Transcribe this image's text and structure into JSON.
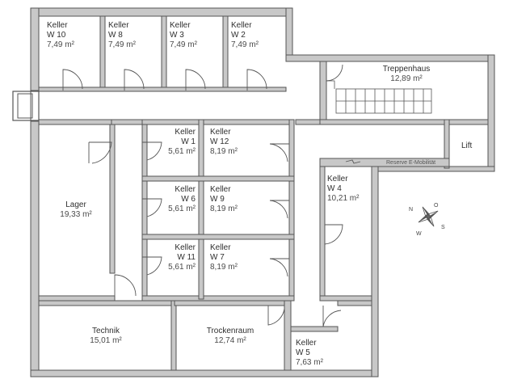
{
  "rooms": {
    "keller_w10": {
      "name": "Keller",
      "unit": "W 10",
      "area": "7,49 m²"
    },
    "keller_w8": {
      "name": "Keller",
      "unit": "W 8",
      "area": "7,49 m²"
    },
    "keller_w3": {
      "name": "Keller",
      "unit": "W 3",
      "area": "7,49 m²"
    },
    "keller_w2": {
      "name": "Keller",
      "unit": "W 2",
      "area": "7,49 m²"
    },
    "treppenhaus": {
      "name": "Treppenhaus",
      "area": "12,89 m²"
    },
    "lift": {
      "name": "Lift"
    },
    "keller_w1": {
      "name": "Keller",
      "unit": "W 1",
      "area": "5,61 m²"
    },
    "keller_w12": {
      "name": "Keller",
      "unit": "W 12",
      "area": "8,19 m²"
    },
    "keller_w6": {
      "name": "Keller",
      "unit": "W 6",
      "area": "5,61 m²"
    },
    "keller_w9": {
      "name": "Keller",
      "unit": "W 9",
      "area": "8,19 m²"
    },
    "keller_w11": {
      "name": "Keller",
      "unit": "W 11",
      "area": "5,61 m²"
    },
    "keller_w7": {
      "name": "Keller",
      "unit": "W 7",
      "area": "8,19 m²"
    },
    "keller_w4": {
      "name": "Keller",
      "unit": "W 4",
      "area": "10,21 m²"
    },
    "lager": {
      "name": "Lager",
      "area": "19,33 m²"
    },
    "technik": {
      "name": "Technik",
      "area": "15,01 m²"
    },
    "trockenraum": {
      "name": "Trockenraum",
      "area": "12,74 m²"
    },
    "keller_w5": {
      "name": "Keller",
      "unit": "W 5",
      "area": "7,63 m²"
    }
  },
  "annotations": {
    "reserve": "Reserve E-Mobilität"
  },
  "compass": {
    "n": "N",
    "o": "O",
    "s": "S",
    "w": "W"
  },
  "colors": {
    "wall": "#c8c8c8",
    "wall_edge": "#555555",
    "line": "#555555"
  }
}
